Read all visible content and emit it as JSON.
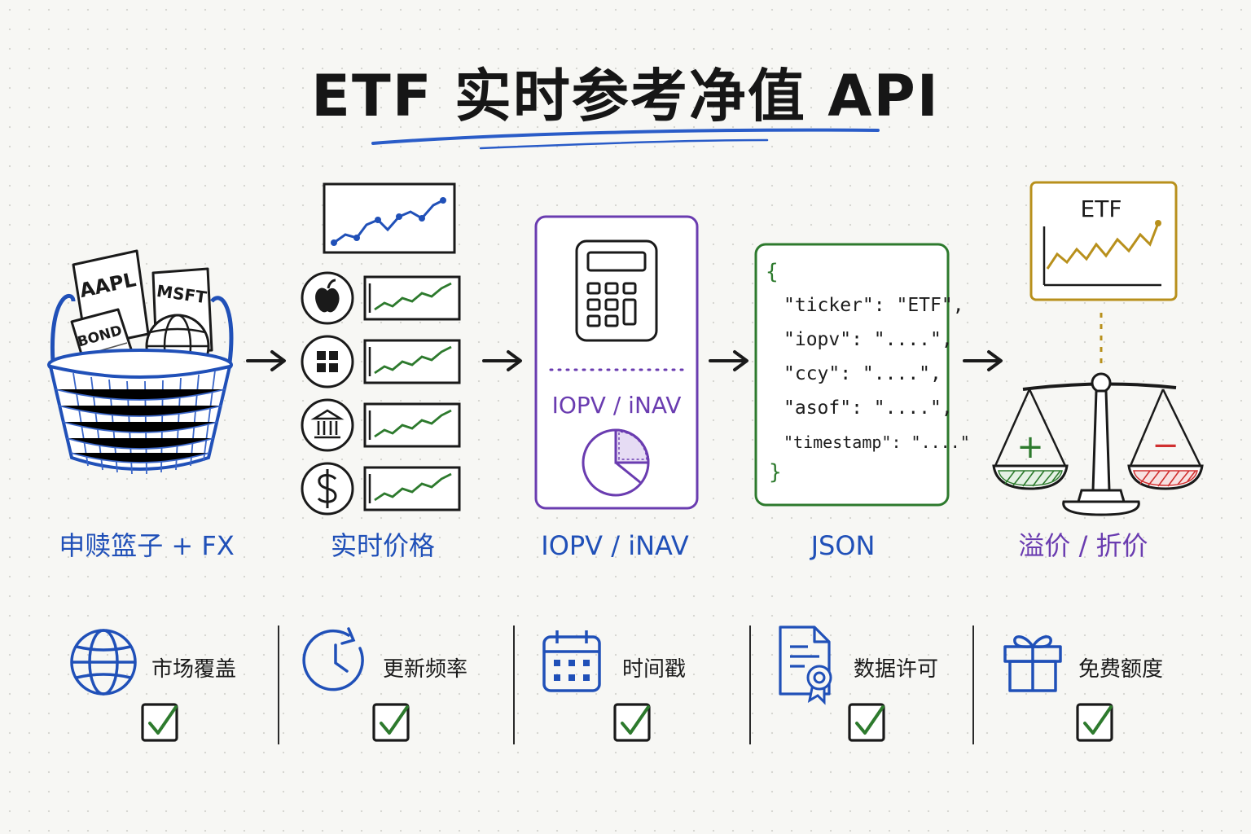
{
  "title": "ETF 实时参考净值 API",
  "basket": {
    "doc_labels": [
      "AAPL",
      "MSFT",
      "BOND"
    ]
  },
  "stages": [
    {
      "label": "申赎篮子 + FX",
      "icon": "basket-icon"
    },
    {
      "label": "实时价格",
      "icon": "price-charts-icon"
    },
    {
      "label": "IOPV / iNAV",
      "icon": "calculator-icon"
    },
    {
      "label": "JSON",
      "icon": "json-document-icon"
    },
    {
      "label": "溢价 / 折价",
      "icon": "balance-scale-icon"
    }
  ],
  "calculator_card": {
    "caption": "IOPV / iNAV"
  },
  "json_card": {
    "open_brace": "{",
    "close_brace": "}",
    "lines": [
      "\"ticker\": \"ETF\",",
      "\"iopv\": \"....\",",
      "\"ccy\": \"....\",",
      "\"asof\": \"....\",",
      "\"timestamp\": \"....\""
    ]
  },
  "etf_chart": {
    "label": "ETF"
  },
  "scale": {
    "plus": "+",
    "minus": "−"
  },
  "features": [
    {
      "label": "市场覆盖",
      "icon": "globe-icon",
      "checked": true
    },
    {
      "label": "更新频率",
      "icon": "clock-refresh-icon",
      "checked": true
    },
    {
      "label": "时间戳",
      "icon": "calendar-icon",
      "checked": true
    },
    {
      "label": "数据许可",
      "icon": "license-certificate-icon",
      "checked": true
    },
    {
      "label": "免费额度",
      "icon": "gift-icon",
      "checked": true
    }
  ],
  "colors": {
    "blue": "#2050b8",
    "purple": "#6a3cb0",
    "green": "#2d7a2d",
    "gold": "#b8901c",
    "red": "#d03030",
    "ink": "#1a1a1a"
  }
}
